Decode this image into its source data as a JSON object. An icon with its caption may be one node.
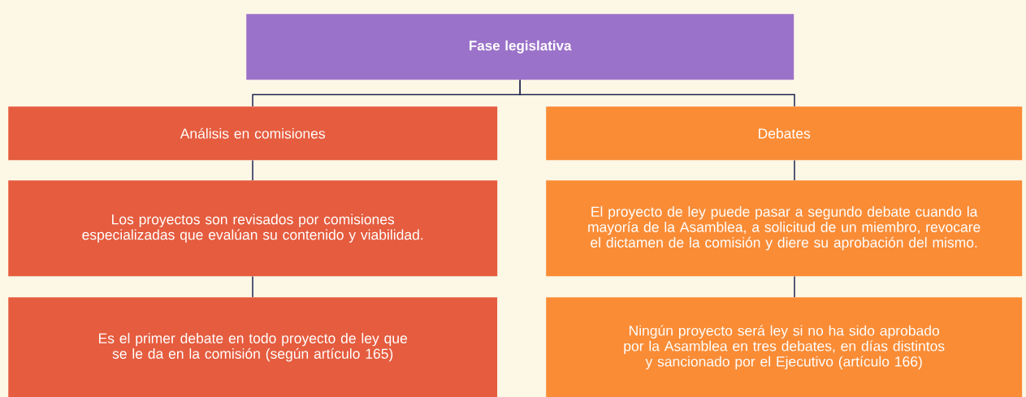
{
  "diagram": {
    "nodes": [
      {
        "text": [
          "Fase legislativa"
        ]
      },
      {
        "text": [
          "Análisis en comisiones"
        ]
      },
      {
        "text": [
          "Debates"
        ]
      },
      {
        "text": [
          "Los proyectos son revisados por comisiones especializadas que evalúan su contenido y viabilidad."
        ]
      },
      {
        "text": [
          "El proyecto de ley puede pasar a segundo debate cuando la mayoría de la Asamblea, a solicitud de un miembro, revocare el dictamen de la comisión y diere su aprobación del mismo."
        ]
      },
      {
        "text": [
          "Es el primer debate en todo proyecto de ley que se le da en la comisión (según artículo 165)"
        ]
      },
      {
        "text": [
          "Ningún proyecto será ley si no ha sido aprobado por la Asamblea en tres debates, en días distintos y sancionado por el Ejecutivo (artículo 166)"
        ]
      }
    ],
    "edges": [
      {
        "from": 0,
        "to": 1,
        "arrow": "none"
      },
      {
        "from": 0,
        "to": 2,
        "arrow": "none"
      },
      {
        "from": 1,
        "to": 3,
        "arrow": "none"
      },
      {
        "from": 3,
        "to": 5,
        "arrow": "none"
      },
      {
        "from": 2,
        "to": 4,
        "arrow": "none"
      },
      {
        "from": 4,
        "to": 6,
        "arrow": "none"
      }
    ]
  }
}
